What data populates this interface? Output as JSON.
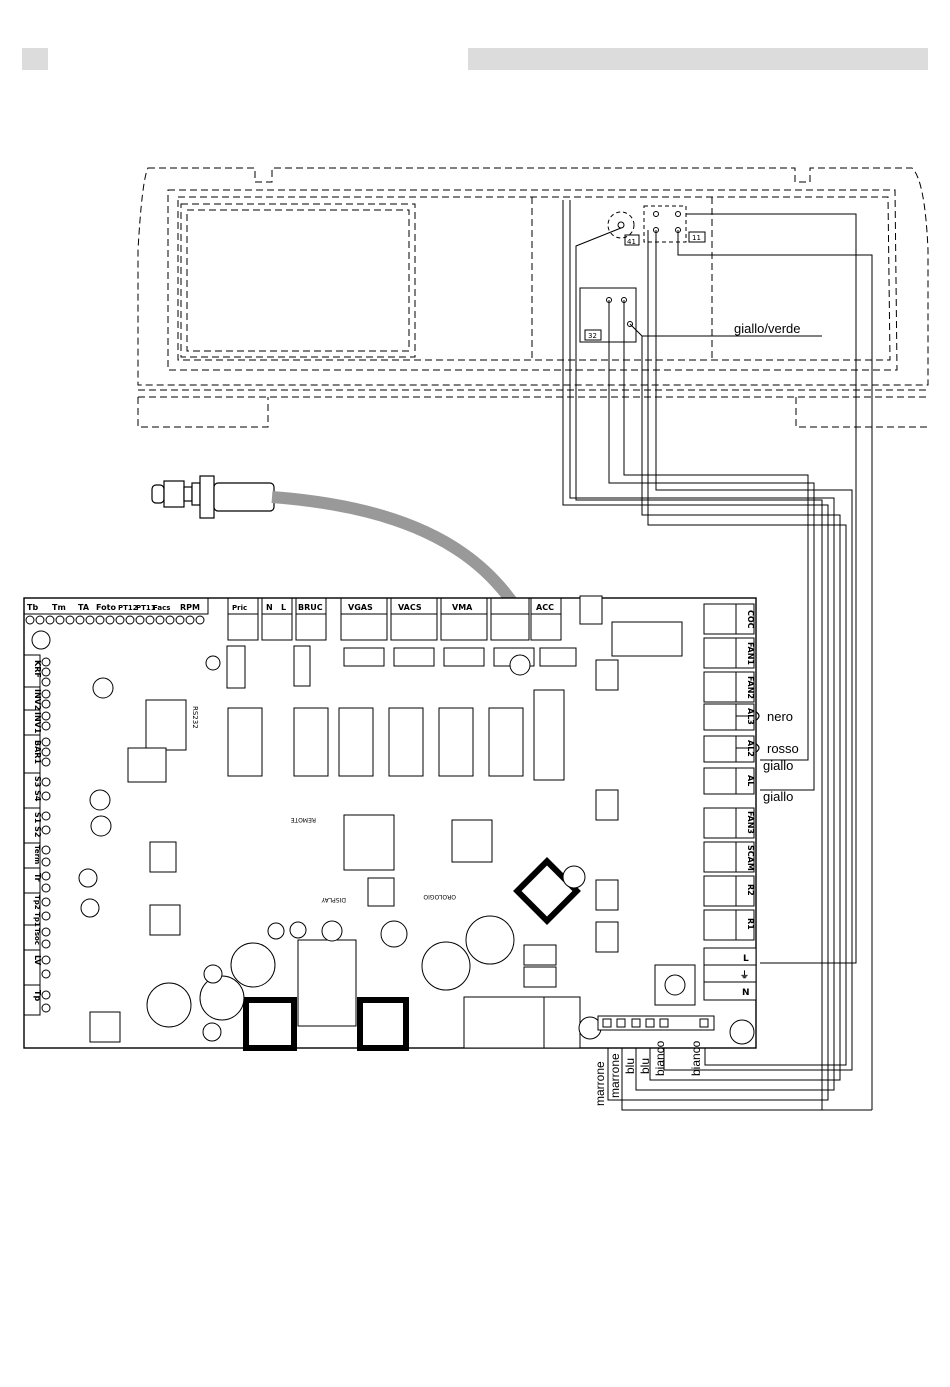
{
  "board": {
    "top_connectors": [
      "Tb",
      "Tm",
      "TA",
      "Foto",
      "PT12",
      "PT11",
      "Facs",
      "RPM",
      "Pric",
      "N",
      "L",
      "BRUC",
      "VGAS",
      "VACS",
      "VMA",
      "",
      "ACC"
    ],
    "left_connectors": [
      "KRF",
      "INV2",
      "INV1",
      "BAR1",
      "S3 S4",
      "S1 S2",
      "Term",
      "Tr",
      "Tp2 Tp1",
      "Tsoc",
      "LV",
      "Tp"
    ],
    "right_connectors": [
      "COC",
      "FAN1",
      "FAN2",
      "AL3",
      "AL2",
      "AL",
      "FAN3",
      "SCAM",
      "R2",
      "R1"
    ],
    "power_terminal": [
      "L",
      "⏚",
      "N"
    ],
    "chip_labels": {
      "rs232": "RS232",
      "remote": "REMOTE",
      "display": "DISPLAY",
      "orologio": "OROLOGIO"
    }
  },
  "component_tags": {
    "sensor_a": "41",
    "sensor_b": "11",
    "sensor_c": "32"
  },
  "wire_labels": {
    "giallo_verde": "giallo/verde",
    "nero": "nero",
    "rosso": "rosso",
    "giallo_1": "giallo",
    "giallo_2": "giallo"
  },
  "bottom_wires": [
    "marrone",
    "marrone",
    "blu",
    "blu",
    "bianco",
    "bianco"
  ]
}
